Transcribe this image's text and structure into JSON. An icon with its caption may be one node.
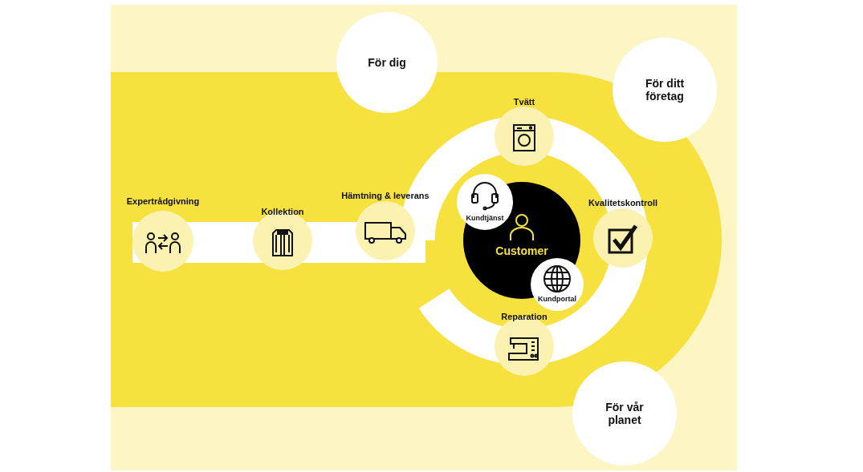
{
  "diagram": {
    "nodes": [
      {
        "text": [
          "För dig"
        ]
      },
      {
        "text": [
          "För ditt företag"
        ]
      },
      {
        "text": [
          "Expertrådgivning"
        ]
      },
      {
        "text": [
          "Kollektion"
        ]
      },
      {
        "text": [
          "Hämtning & leverans"
        ]
      },
      {
        "text": [
          "Tvätt"
        ]
      },
      {
        "text": [
          "Kundtjänst"
        ]
      },
      {
        "text": [
          "Customer"
        ]
      },
      {
        "text": [
          "Kvalitetskontroll"
        ]
      },
      {
        "text": [
          "Kundportal"
        ]
      },
      {
        "text": [
          "Reparation"
        ]
      },
      {
        "text": [
          "För vår planet"
        ]
      }
    ]
  }
}
